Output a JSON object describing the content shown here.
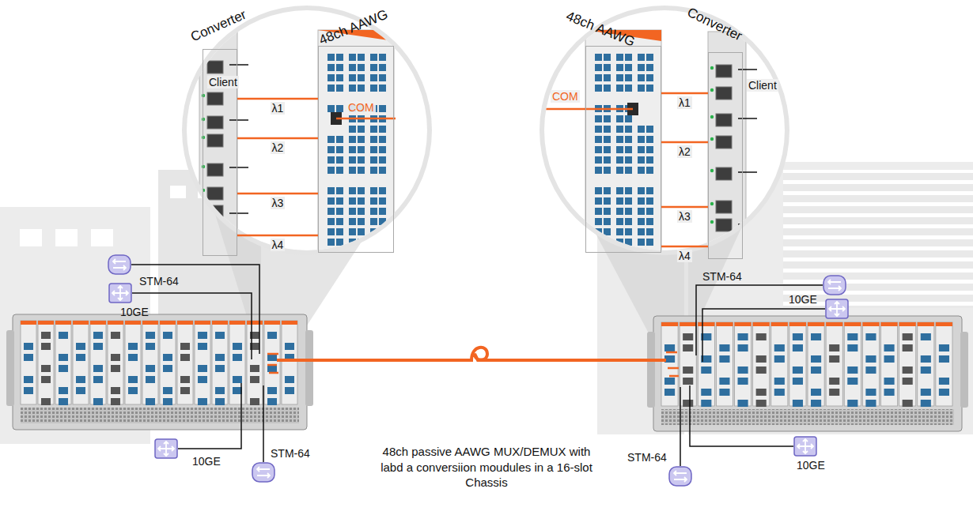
{
  "diagram": {
    "caption": "48ch passive AAWG MUX/DEMUX with labd a conversiion moudules in a 16-slot Chassis",
    "nodes": [
      {
        "text": [
          "Converter"
        ]
      },
      {
        "text": [
          "48ch AAWG"
        ]
      },
      {
        "text": [
          "48ch AAWG"
        ]
      },
      {
        "text": [
          "Converter"
        ]
      },
      {
        "text": [
          "STM-64"
        ]
      },
      {
        "text": [
          "10GE"
        ]
      },
      {
        "text": [
          "STM-64"
        ]
      },
      {
        "text": [
          "10GE"
        ]
      },
      {
        "text": [
          "10GE"
        ]
      },
      {
        "text": [
          "STM-64"
        ]
      },
      {
        "text": [
          "STM-64"
        ]
      },
      {
        "text": [
          "10GE"
        ]
      }
    ],
    "edges": [
      {
        "from": 0,
        "to": 1,
        "label": "λ1",
        "arrow": "none"
      },
      {
        "from": 0,
        "to": 1,
        "label": "λ2",
        "arrow": "none"
      },
      {
        "from": 0,
        "to": 1,
        "label": "λ3",
        "arrow": "none"
      },
      {
        "from": 0,
        "to": 1,
        "label": "λ4",
        "arrow": "none"
      },
      {
        "from": 3,
        "to": 2,
        "label": "λ1",
        "arrow": "none"
      },
      {
        "from": 3,
        "to": 2,
        "label": "λ2",
        "arrow": "none"
      },
      {
        "from": 3,
        "to": 2,
        "label": "λ3",
        "arrow": "none"
      },
      {
        "from": 3,
        "to": 2,
        "label": "λ4",
        "arrow": "none"
      }
    ],
    "labels": [
      "Client",
      "COM",
      "Client",
      "COM"
    ]
  }
}
